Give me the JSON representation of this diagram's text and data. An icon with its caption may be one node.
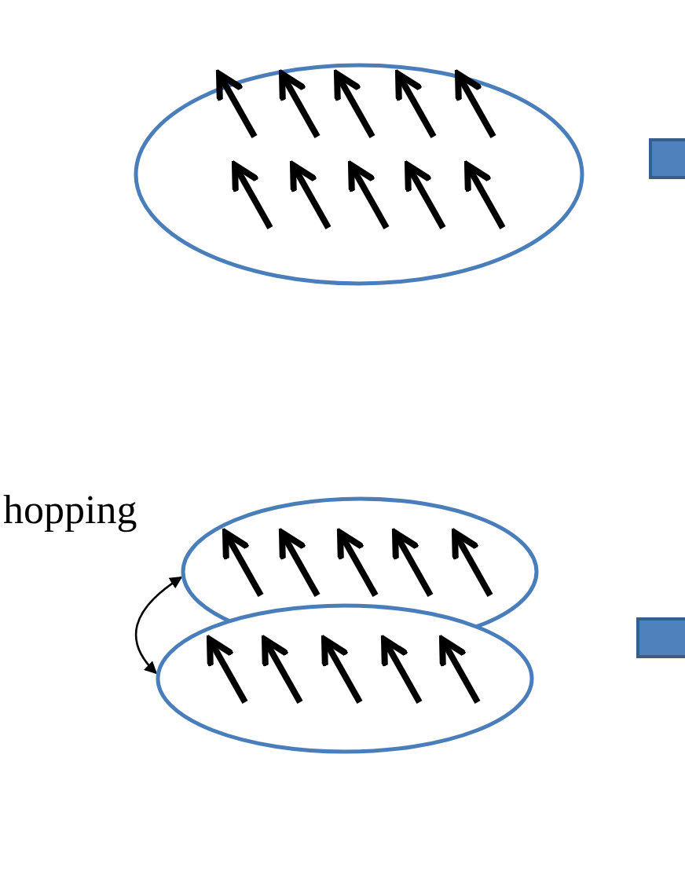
{
  "diagram": {
    "nodes": [
      {
        "text": [],
        "shape": "ellipse"
      },
      {
        "text": [],
        "shape": "box"
      },
      {
        "text": [],
        "shape": "ellipse"
      },
      {
        "text": [],
        "shape": "ellipse"
      },
      {
        "text": [],
        "shape": "box"
      }
    ],
    "edges": [
      {
        "from": 2,
        "to": 3,
        "arrow": "both",
        "label": "hopping"
      }
    ]
  }
}
